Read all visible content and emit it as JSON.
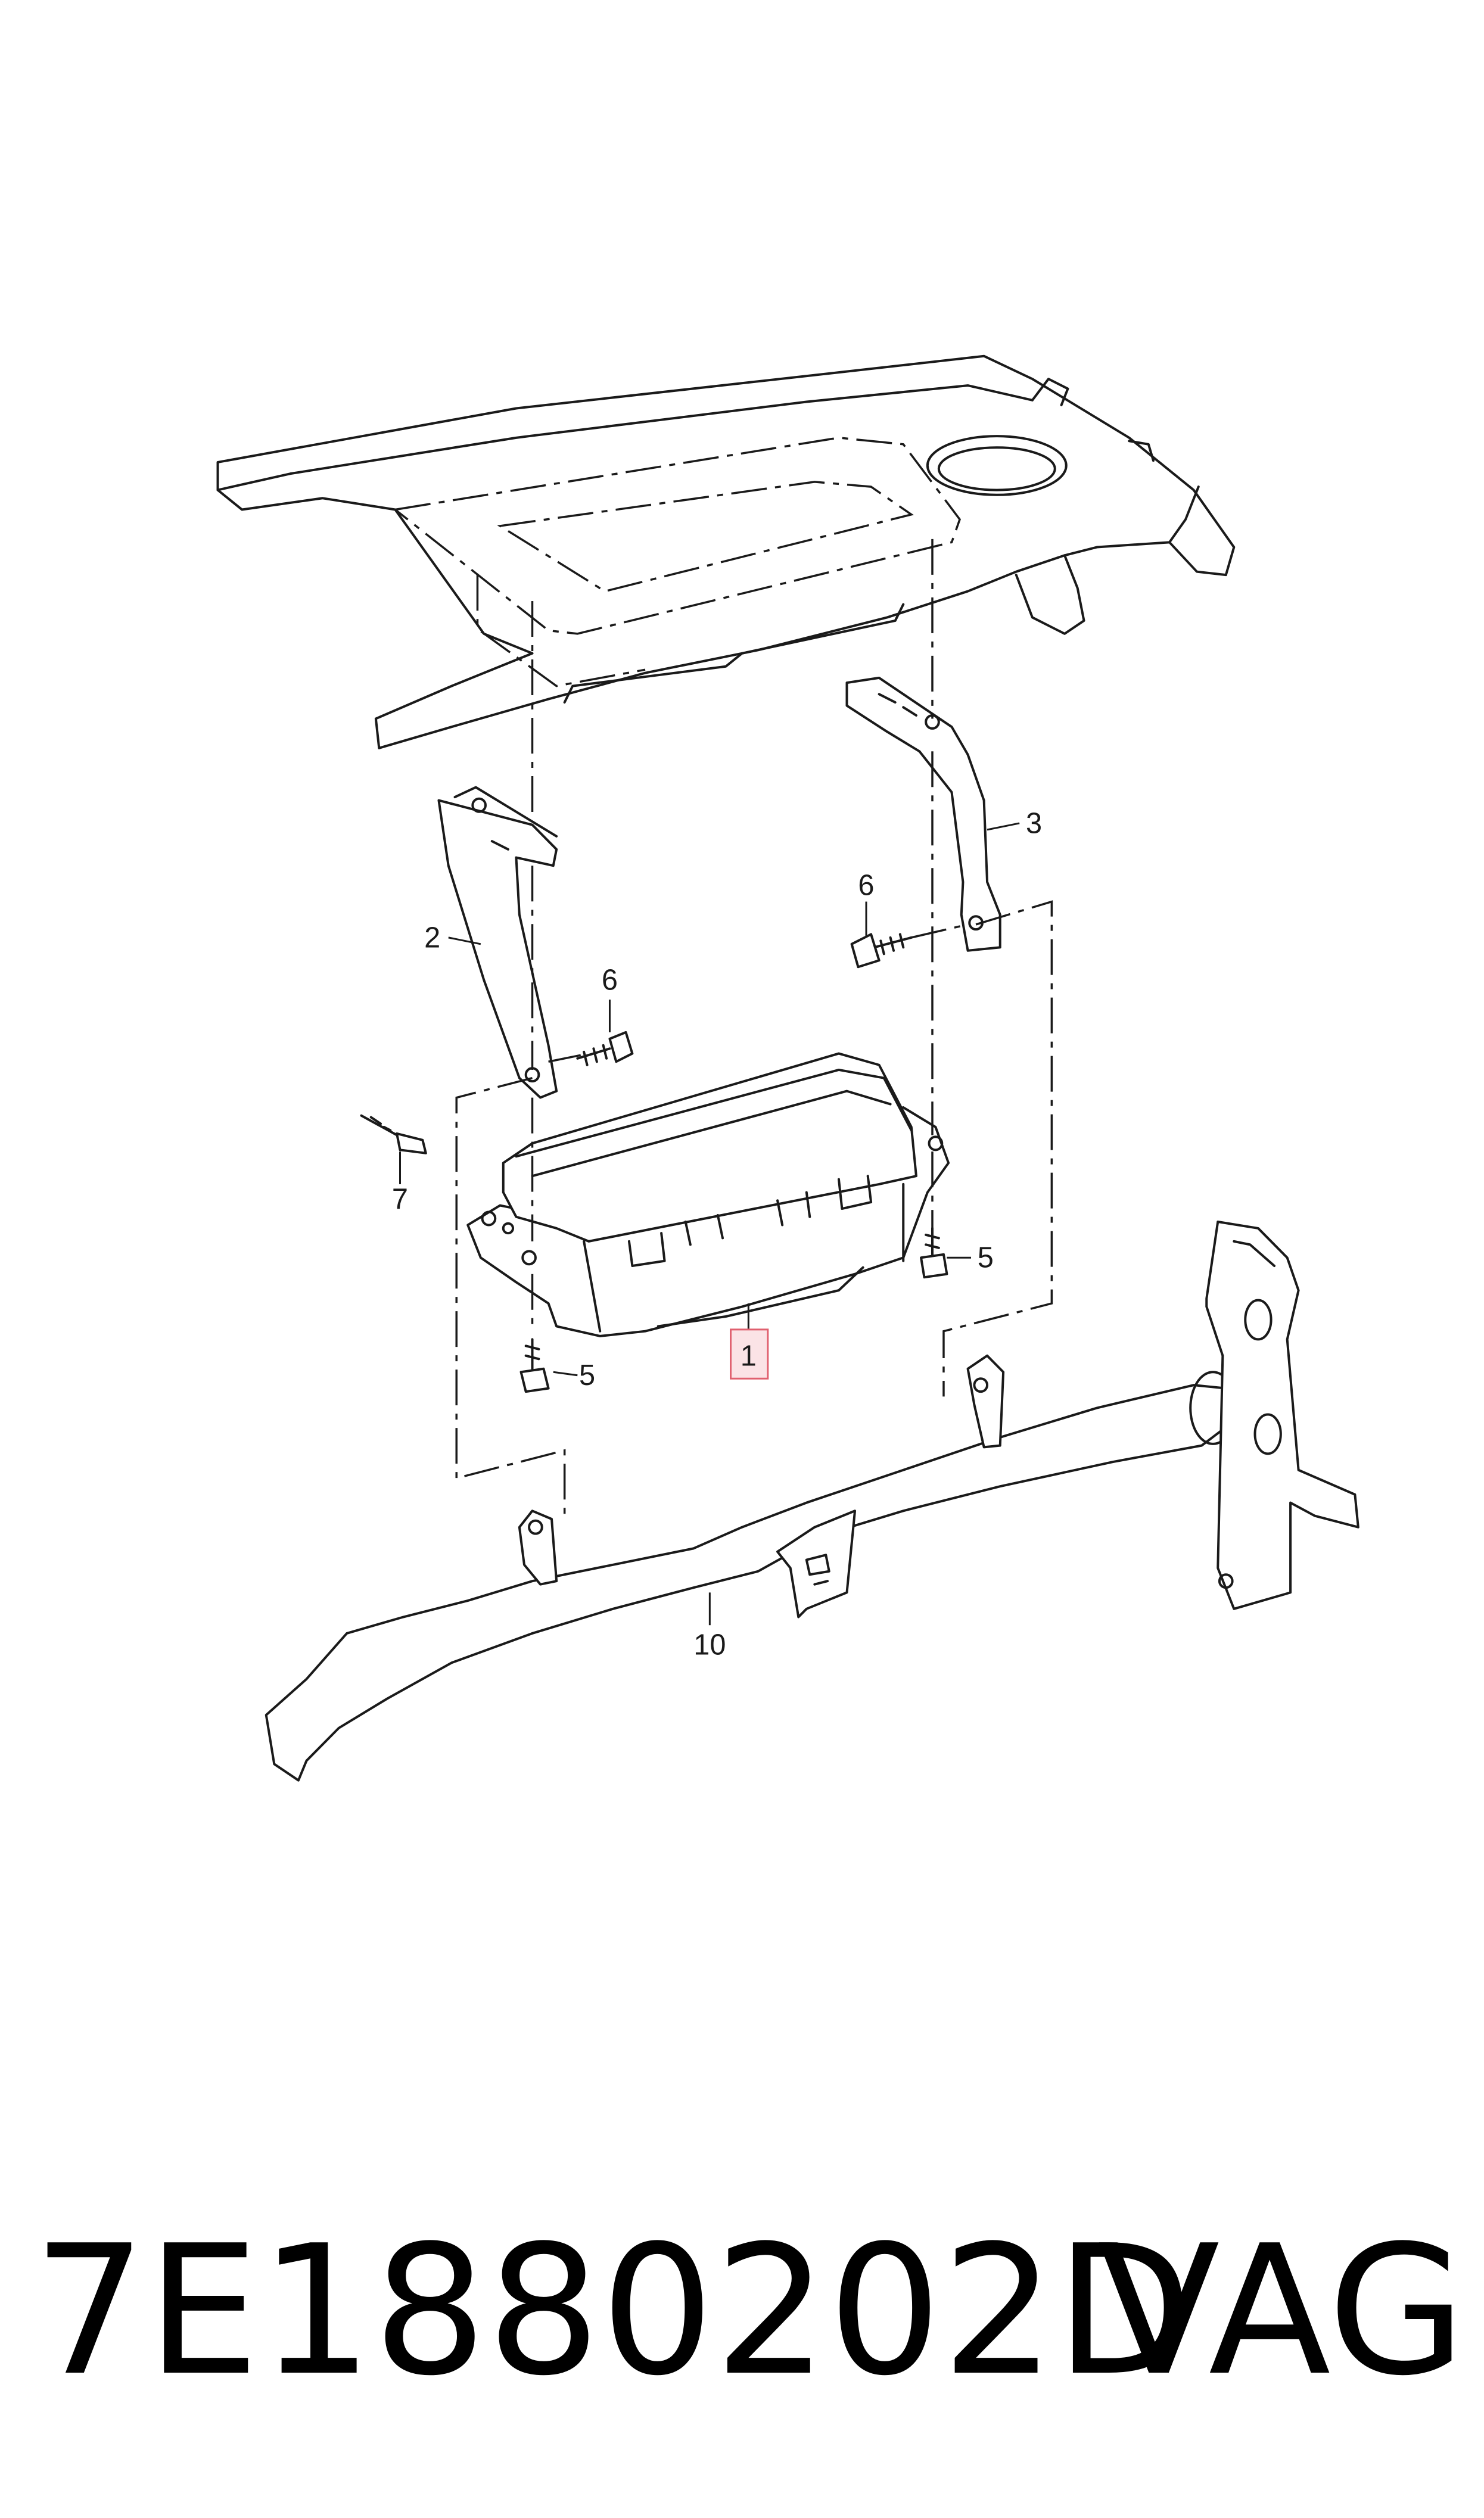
{
  "diagram": {
    "callouts": {
      "c1": "1",
      "c2": "2",
      "c3": "3",
      "c5a": "5",
      "c5b": "5",
      "c6a": "6",
      "c6b": "6",
      "c7": "7",
      "c10": "10"
    },
    "highlight_color": "#e0606f"
  },
  "footer": {
    "part_number": "7E1880202D",
    "brand": "VAG"
  }
}
